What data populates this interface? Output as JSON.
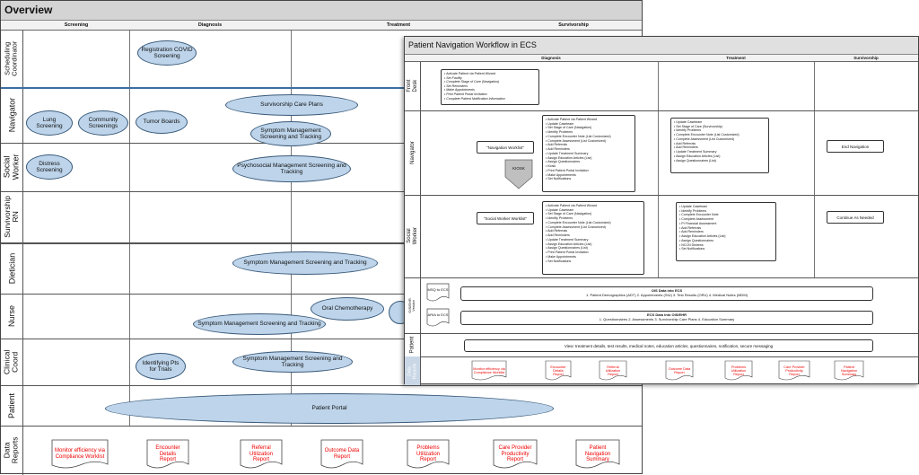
{
  "overview": {
    "title": "Overview",
    "columns": [
      "Screening",
      "Diagnosis",
      "Treatment",
      "Survivorship"
    ],
    "lanes": [
      "Scheduling Coordinator",
      "Navigator",
      "Social Worker",
      "Survivorship RN",
      "Dietician",
      "Nurse",
      "Clinical Coord",
      "Patient",
      "Data Reports"
    ],
    "nodes": {
      "registration": "Registration COVID Screening",
      "lung": "Lung Screening",
      "community": "Community Screenings",
      "tumor": "Tumor Boards",
      "survivorship_care": "Survivorship Care Plans",
      "symptom_nav": "Symptom Management Screening and Tracking",
      "distress": "Distress Screening",
      "psychosocial": "Psychosocial Management Screening and Tracking",
      "symptom_diet": "Symptom Management Screening and Tracking",
      "oral_chemo": "Oral Chemotherapy",
      "symptom_nurse": "Symptom Management Screening and Tracking",
      "identifying": "Identifying Pts for Trials",
      "symptom_clin": "Symptom Management Screening and Tracking",
      "patient_portal": "Patient Portal"
    },
    "reports": [
      "Monitor efficiency via Compliance Worklist",
      "Encounter Details Report",
      "Referral Utilization Report",
      "Outcome Data Report",
      "Problems Utilization Report",
      "Care Provider Productivity Report",
      "Patient Navigation Summary"
    ]
  },
  "workflow": {
    "title": "Patient Navigation Workflow in ECS",
    "columns": [
      "Diagnosis",
      "Treatment",
      "Survivorship"
    ],
    "lanes": [
      "Front Desk",
      "Navigator",
      "Social Worker",
      "OIS/EHR Vendor",
      "Patient",
      "Data Reports"
    ],
    "front_desk_items": [
      "Activate Patient via Patient Wizard",
      "Set Facility",
      "Complete Stage of Care (Navigation)",
      "Set Reminders",
      "Make Appointments",
      "Print Patient Portal Invitation",
      "Complete Patient Notification Information"
    ],
    "nav_worklist": "\"Navigation Worklist\"",
    "kiosk": "KIOSK",
    "nav_diag_items": [
      "Activate Patient via Patient Wizard",
      "Update Caseteam",
      "Set Stage of Care (Navigation)",
      "Identify Problems",
      "Complete Encounter Note (List Customized)",
      "Complete Assessment (List Customized)",
      "Add Referrals",
      "Add Reminders",
      "Update Treatment Summary",
      "Assign Education Articles (List)",
      "Assign Questionnaires",
      "Kiosk",
      "Print Patient Portal Invitation",
      "Make Appointments",
      "Set Notifications"
    ],
    "nav_treat_items": [
      "Update Caseteam",
      "Set Stage of Care (Survivorship)",
      "Identify Problems",
      "Complete Encounter Note (List Customized)",
      "Complete Assessment (List Customized)",
      "Add Referrals",
      "Add Reminders",
      "Update Treatment Summary",
      "Assign Education Articles (List)",
      "Assign Questionnaires (List)"
    ],
    "end_navigation": "End Navigation",
    "sw_worklist": "\"Social Worker Worklist\"",
    "sw_diag_items": [
      "Activate Patient via Patient Wizard",
      "Update Caseteam",
      "Set Stage of Care (Navigation)",
      "Identify Problems",
      "Complete Encounter Note (List Customized)",
      "Complete Assessment (List Customized)",
      "Add Referrals",
      "Add Reminders",
      "Update Treatment Summary",
      "Assign Education Articles (List)",
      "Assign Questionnaires (List)",
      "Print Patient Portal Invitation",
      "Make Appointments",
      "Set Notifications"
    ],
    "sw_treat_items": [
      "Update Caseteam",
      "Identify Problems",
      "Complete Encounter Note",
      "Complete Assessment",
      "PI Financial Assessment",
      "Add Referrals",
      "Add Reminders",
      "Assign Education Articles (List)",
      "Assign Questionnaires",
      "NCCN Distress",
      "Set Notifications"
    ],
    "continue_needed": "Continue As Needed",
    "msq_to_ecs": "MSQ to ECS",
    "ois_title": "OIS Data into ECS",
    "ois_items": "1. Patient Demographics (ADT)     2. Appointments (SIU)     3. Test Results (ORU)     4. Medical Notes (MDM)",
    "aria_to_ecs": "ARIA to ECS",
    "ecs_title": "ECS Data into OIS/EHR",
    "ecs_items": "1. Questionnaires     2. Assessments     3. Survivorship Care Plans     4. Education Summary",
    "patient_view": "View: treatment details, test results, medical notes, education articles, questionnaires, notification, secure messaging",
    "reports": [
      "Monitor efficiency via Compliance Worklist",
      "Encounter Details Report",
      "Referral Utilization Report",
      "Outcome Data Report",
      "Problems Utilization Report",
      "Care Provider Productivity Report",
      "Patient Navigation Summary"
    ]
  }
}
